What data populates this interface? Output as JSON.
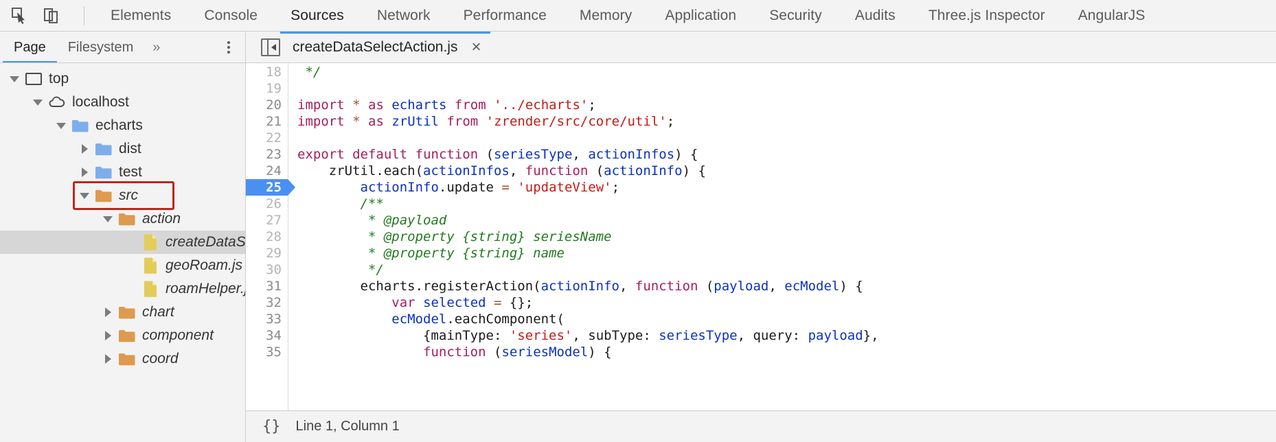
{
  "toolbar": {
    "icons": [
      {
        "name": "inspect-element-icon",
        "glyph": "cursor-box"
      },
      {
        "name": "device-toolbar-icon",
        "glyph": "device"
      }
    ],
    "tabs": [
      {
        "label": "Elements",
        "active": false
      },
      {
        "label": "Console",
        "active": false
      },
      {
        "label": "Sources",
        "active": true
      },
      {
        "label": "Network",
        "active": false
      },
      {
        "label": "Performance",
        "active": false
      },
      {
        "label": "Memory",
        "active": false
      },
      {
        "label": "Application",
        "active": false
      },
      {
        "label": "Security",
        "active": false
      },
      {
        "label": "Audits",
        "active": false
      },
      {
        "label": "Three.js Inspector",
        "active": false
      },
      {
        "label": "AngularJS",
        "active": false
      }
    ],
    "accent_color": "#4496f3"
  },
  "navigator": {
    "tabs": [
      {
        "label": "Page",
        "active": true
      },
      {
        "label": "Filesystem",
        "active": false
      },
      {
        "label": "»",
        "active": false
      }
    ],
    "more_button": "more-options",
    "tree": [
      {
        "label": "top",
        "depth": 0,
        "arrow": "down",
        "icon": "frame-icon",
        "italic": false,
        "selected": false
      },
      {
        "label": "localhost",
        "depth": 1,
        "arrow": "down",
        "icon": "cloud-icon",
        "italic": false,
        "selected": false
      },
      {
        "label": "echarts",
        "depth": 2,
        "arrow": "down",
        "icon": "folder-blue",
        "italic": false,
        "selected": false
      },
      {
        "label": "dist",
        "depth": 3,
        "arrow": "right",
        "icon": "folder-blue",
        "italic": false,
        "selected": false
      },
      {
        "label": "test",
        "depth": 3,
        "arrow": "right",
        "icon": "folder-blue",
        "italic": false,
        "selected": false
      },
      {
        "label": "src",
        "depth": 3,
        "arrow": "down",
        "icon": "folder-orange",
        "italic": true,
        "selected": false,
        "highlighted": true
      },
      {
        "label": "action",
        "depth": 4,
        "arrow": "down",
        "icon": "folder-orange",
        "italic": true,
        "selected": false
      },
      {
        "label": "createDataSelectAction.js",
        "depth": 5,
        "arrow": "none",
        "icon": "file-js",
        "italic": true,
        "selected": true
      },
      {
        "label": "geoRoam.js",
        "depth": 5,
        "arrow": "none",
        "icon": "file-js",
        "italic": true,
        "selected": false
      },
      {
        "label": "roamHelper.js",
        "depth": 5,
        "arrow": "none",
        "icon": "file-js",
        "italic": true,
        "selected": false
      },
      {
        "label": "chart",
        "depth": 4,
        "arrow": "right",
        "icon": "folder-orange",
        "italic": true,
        "selected": false
      },
      {
        "label": "component",
        "depth": 4,
        "arrow": "right",
        "icon": "folder-orange",
        "italic": true,
        "selected": false
      },
      {
        "label": "coord",
        "depth": 4,
        "arrow": "right",
        "icon": "folder-orange",
        "italic": true,
        "selected": false
      }
    ],
    "highlight_color": "#c0261b"
  },
  "editor": {
    "toggle_icon": "collapse-sidebar-icon",
    "file_tab": {
      "name": "createDataSelectAction.js",
      "close": "×"
    },
    "current_line": 25,
    "lines": [
      {
        "n": 18,
        "tokens": [
          {
            "t": " */",
            "c": "t-com"
          }
        ]
      },
      {
        "n": 19,
        "tokens": []
      },
      {
        "n": 20,
        "tokens": [
          {
            "t": "import",
            "c": "t-kw"
          },
          {
            "t": " ",
            "c": "t-pln"
          },
          {
            "t": "*",
            "c": "t-op"
          },
          {
            "t": " ",
            "c": "t-pln"
          },
          {
            "t": "as",
            "c": "t-kw"
          },
          {
            "t": " ",
            "c": "t-pln"
          },
          {
            "t": "echarts",
            "c": "t-var"
          },
          {
            "t": " ",
            "c": "t-pln"
          },
          {
            "t": "from",
            "c": "t-kw"
          },
          {
            "t": " ",
            "c": "t-pln"
          },
          {
            "t": "'../echarts'",
            "c": "t-str"
          },
          {
            "t": ";",
            "c": "t-pln"
          }
        ]
      },
      {
        "n": 21,
        "tokens": [
          {
            "t": "import",
            "c": "t-kw"
          },
          {
            "t": " ",
            "c": "t-pln"
          },
          {
            "t": "*",
            "c": "t-op"
          },
          {
            "t": " ",
            "c": "t-pln"
          },
          {
            "t": "as",
            "c": "t-kw"
          },
          {
            "t": " ",
            "c": "t-pln"
          },
          {
            "t": "zrUtil",
            "c": "t-var"
          },
          {
            "t": " ",
            "c": "t-pln"
          },
          {
            "t": "from",
            "c": "t-kw"
          },
          {
            "t": " ",
            "c": "t-pln"
          },
          {
            "t": "'zrender/src/core/util'",
            "c": "t-str"
          },
          {
            "t": ";",
            "c": "t-pln"
          }
        ]
      },
      {
        "n": 22,
        "tokens": []
      },
      {
        "n": 23,
        "tokens": [
          {
            "t": "export",
            "c": "t-kw"
          },
          {
            "t": " ",
            "c": "t-pln"
          },
          {
            "t": "default",
            "c": "t-kw"
          },
          {
            "t": " ",
            "c": "t-pln"
          },
          {
            "t": "function",
            "c": "t-kw"
          },
          {
            "t": " (",
            "c": "t-pln"
          },
          {
            "t": "seriesType",
            "c": "t-var"
          },
          {
            "t": ", ",
            "c": "t-pln"
          },
          {
            "t": "actionInfos",
            "c": "t-var"
          },
          {
            "t": ") {",
            "c": "t-pln"
          }
        ]
      },
      {
        "n": 24,
        "tokens": [
          {
            "t": "    zrUtil.each(",
            "c": "t-pln"
          },
          {
            "t": "actionInfos",
            "c": "t-var"
          },
          {
            "t": ", ",
            "c": "t-pln"
          },
          {
            "t": "function",
            "c": "t-kw"
          },
          {
            "t": " (",
            "c": "t-pln"
          },
          {
            "t": "actionInfo",
            "c": "t-var"
          },
          {
            "t": ") {",
            "c": "t-pln"
          }
        ]
      },
      {
        "n": 25,
        "current": true,
        "tokens": [
          {
            "t": "        ",
            "c": "t-pln"
          },
          {
            "t": "actionInfo",
            "c": "t-var"
          },
          {
            "t": ".update ",
            "c": "t-pln"
          },
          {
            "t": "=",
            "c": "t-op"
          },
          {
            "t": " ",
            "c": "t-pln"
          },
          {
            "t": "'updateView'",
            "c": "t-str"
          },
          {
            "t": ";",
            "c": "t-pln"
          }
        ]
      },
      {
        "n": 26,
        "tokens": [
          {
            "t": "        /**",
            "c": "t-com"
          }
        ]
      },
      {
        "n": 27,
        "tokens": [
          {
            "t": "         * @payload",
            "c": "t-com"
          }
        ]
      },
      {
        "n": 28,
        "tokens": [
          {
            "t": "         * @property {string} seriesName",
            "c": "t-com"
          }
        ]
      },
      {
        "n": 29,
        "tokens": [
          {
            "t": "         * @property {string} name",
            "c": "t-com"
          }
        ]
      },
      {
        "n": 30,
        "tokens": [
          {
            "t": "         */",
            "c": "t-com"
          }
        ]
      },
      {
        "n": 31,
        "tokens": [
          {
            "t": "        echarts.registerAction(",
            "c": "t-pln"
          },
          {
            "t": "actionInfo",
            "c": "t-var"
          },
          {
            "t": ", ",
            "c": "t-pln"
          },
          {
            "t": "function",
            "c": "t-kw"
          },
          {
            "t": " (",
            "c": "t-pln"
          },
          {
            "t": "payload",
            "c": "t-var"
          },
          {
            "t": ", ",
            "c": "t-pln"
          },
          {
            "t": "ecModel",
            "c": "t-var"
          },
          {
            "t": ") {",
            "c": "t-pln"
          }
        ]
      },
      {
        "n": 32,
        "tokens": [
          {
            "t": "            ",
            "c": "t-pln"
          },
          {
            "t": "var",
            "c": "t-kw"
          },
          {
            "t": " ",
            "c": "t-pln"
          },
          {
            "t": "selected",
            "c": "t-var"
          },
          {
            "t": " ",
            "c": "t-pln"
          },
          {
            "t": "=",
            "c": "t-op"
          },
          {
            "t": " {};",
            "c": "t-pln"
          }
        ]
      },
      {
        "n": 33,
        "tokens": [
          {
            "t": "            ",
            "c": "t-pln"
          },
          {
            "t": "ecModel",
            "c": "t-var"
          },
          {
            "t": ".eachComponent(",
            "c": "t-pln"
          }
        ]
      },
      {
        "n": 34,
        "tokens": [
          {
            "t": "                {mainType: ",
            "c": "t-pln"
          },
          {
            "t": "'series'",
            "c": "t-str"
          },
          {
            "t": ", subType: ",
            "c": "t-pln"
          },
          {
            "t": "seriesType",
            "c": "t-var"
          },
          {
            "t": ", query: ",
            "c": "t-pln"
          },
          {
            "t": "payload",
            "c": "t-var"
          },
          {
            "t": "},",
            "c": "t-pln"
          }
        ]
      },
      {
        "n": 35,
        "tokens": [
          {
            "t": "                ",
            "c": "t-pln"
          },
          {
            "t": "function",
            "c": "t-kw"
          },
          {
            "t": " (",
            "c": "t-pln"
          },
          {
            "t": "seriesModel",
            "c": "t-var"
          },
          {
            "t": ") {",
            "c": "t-pln"
          }
        ]
      }
    ]
  },
  "status_bar": {
    "format_icon": "{}",
    "position": "Line 1, Column 1"
  }
}
